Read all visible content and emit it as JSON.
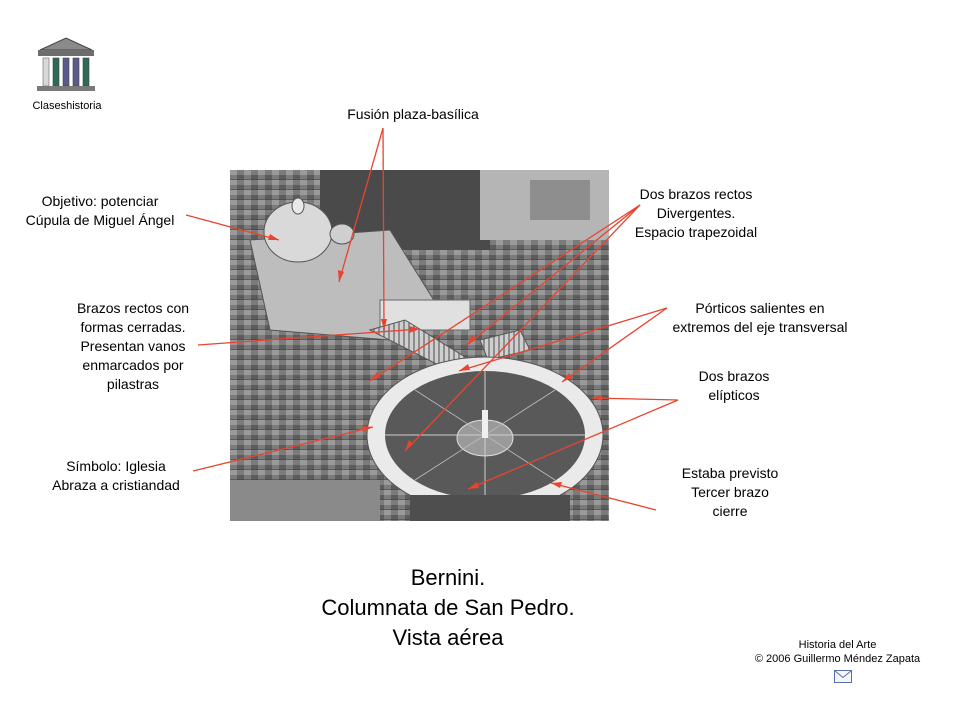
{
  "logo": {
    "name": "Claseshistoria",
    "icon": "greek-temple-icon"
  },
  "annotations": {
    "fusion": "Fusión plaza-basílica",
    "objetivo": [
      "Objetivo: potenciar",
      "Cúpula de Miguel Ángel"
    ],
    "brazos_rectos": [
      "Brazos rectos con",
      "formas cerradas.",
      "Presentan vanos",
      "enmarcados por",
      "pilastras"
    ],
    "simbolo": [
      "Símbolo: Iglesia",
      "Abraza  a cristiandad"
    ],
    "divergentes": [
      "Dos brazos rectos",
      "Divergentes.",
      "Espacio trapezoidal"
    ],
    "porticos": [
      "Pórticos salientes en",
      "extremos del eje transversal"
    ],
    "elipticos": [
      "Dos brazos",
      "elípticos"
    ],
    "previsto": [
      "Estaba previsto",
      "Tercer brazo",
      "cierre"
    ]
  },
  "title": [
    "Bernini.",
    "Columnata de San Pedro.",
    "Vista aérea"
  ],
  "credits": [
    "Historia del Arte",
    "© 2006 Guillermo Méndez Zapata"
  ],
  "colors": {
    "annotation_line": "#e8442e",
    "photo_bg": "#6a6a6a"
  },
  "footer_icon": "mail-icon"
}
